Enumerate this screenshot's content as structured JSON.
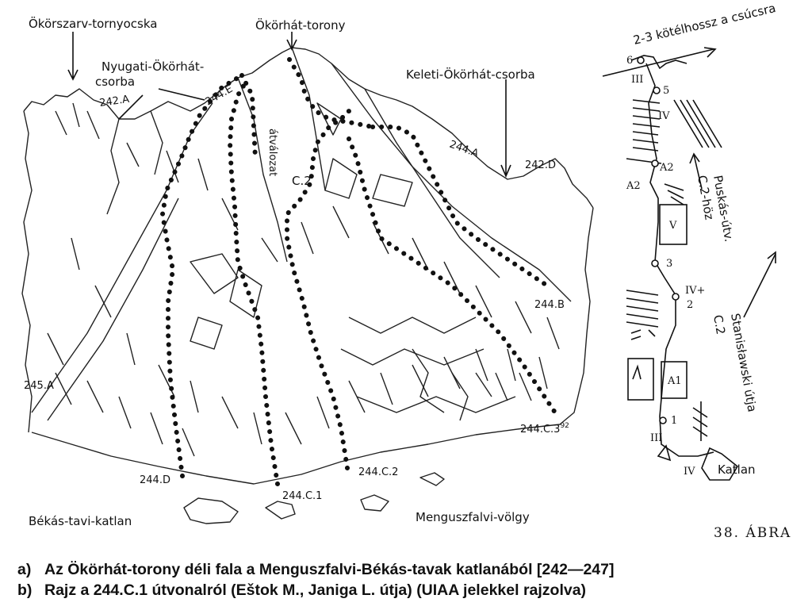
{
  "figure": {
    "labels": {
      "okorszarv": "Ökörszarv-tornyocska",
      "okorhat_torony": "Ökörhát-torony",
      "nyugati_1": "Nyugati-Ökörhát-",
      "nyugati_2": "csorba",
      "keleti": "Keleti-Ökörhát-csorba",
      "r242a": "242.A",
      "r244e": "244.E",
      "r244a": "244.A",
      "r242d": "242.D",
      "atvalozat": "átválozat",
      "c2": "C.2",
      "r244b": "244.B",
      "r245a": "245.A",
      "r244c3": "244.C.3",
      "r244c3_sup": "92",
      "r244d": "244.D",
      "r244c1": "244.C.1",
      "r244c2": "244.C.2",
      "bekas": "Békás-tavi-katlan",
      "menguszfalvi": "Menguszfalvi-völgy"
    },
    "topo": {
      "kotelhossz": "2-3 kötélhossz a csúcsra",
      "puskas_1": "Puskás-útv.",
      "puskas_2": "C.2-höz",
      "stanislawski_1": "Stanisławski útja",
      "stanislawski_2": "C.2",
      "katlan": "Katlan",
      "belay": [
        "6",
        "5",
        "3",
        "2",
        "1"
      ],
      "grades": [
        "III",
        "IV",
        "A2",
        "A2",
        "V",
        "IV+",
        "A1",
        "III",
        "IV"
      ]
    },
    "figure_number": "38. ÁBRA"
  },
  "caption": {
    "a_key": "a)",
    "a_text": "Az Ökörhát-torony déli fala a Menguszfalvi-Békás-tavak katlanából [242—247]",
    "b_key": "b)",
    "b_text": "Rajz a 244.C.1 útvonalról (Eštok M., Janiga L. útja) (UIAA jelekkel rajzolva)"
  }
}
